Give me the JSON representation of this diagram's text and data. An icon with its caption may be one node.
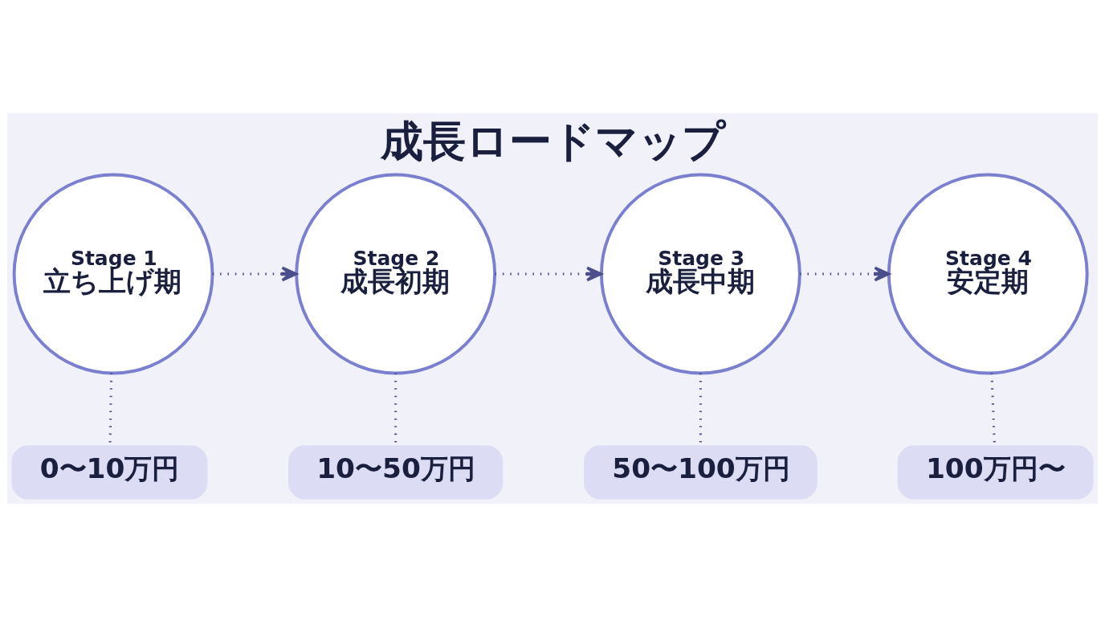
{
  "diagram": {
    "title": "成長ロードマップ",
    "nodes": [
      {
        "text": [
          "Stage 1",
          "立ち上げ期"
        ]
      },
      {
        "text": [
          "Stage 2",
          "成長初期"
        ]
      },
      {
        "text": [
          "Stage 3",
          "成長中期"
        ]
      },
      {
        "text": [
          "Stage 4",
          "安定期"
        ]
      },
      {
        "text": [
          "0〜10万円"
        ]
      },
      {
        "text": [
          "10〜50万円"
        ]
      },
      {
        "text": [
          "50〜100万円"
        ]
      },
      {
        "text": [
          "100万円〜"
        ]
      }
    ],
    "edges": [
      {
        "from": 0,
        "to": 1,
        "arrow": "to",
        "style": "dashed"
      },
      {
        "from": 1,
        "to": 2,
        "arrow": "to",
        "style": "dashed"
      },
      {
        "from": 2,
        "to": 3,
        "arrow": "to",
        "style": "dashed"
      },
      {
        "from": 0,
        "to": 4,
        "arrow": "none",
        "style": "dashed"
      },
      {
        "from": 1,
        "to": 5,
        "arrow": "none",
        "style": "dashed"
      },
      {
        "from": 2,
        "to": 6,
        "arrow": "none",
        "style": "dashed"
      },
      {
        "from": 3,
        "to": 7,
        "arrow": "none",
        "style": "dashed"
      }
    ]
  }
}
